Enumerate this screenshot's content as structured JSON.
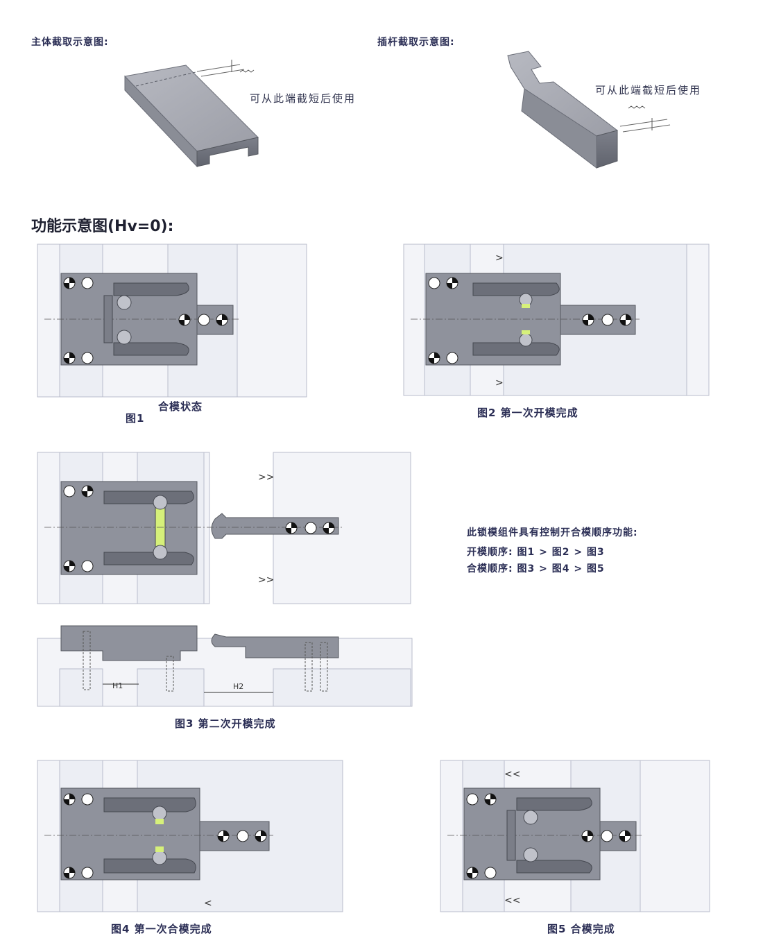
{
  "top": {
    "body_cut_title": "主体截取示意图:",
    "body_cut_note": "可从此端截短后使用",
    "pin_cut_title": "插杆截取示意图:",
    "pin_cut_note": "可从此端截短后使用"
  },
  "section_title": "功能示意图(Hv=0):",
  "figures": {
    "fig1_state": "合模状态",
    "fig1_label": "图1",
    "fig2_caption": "图2 第一次开模完成",
    "fig3_caption": "图3 第二次开模完成",
    "fig4_caption": "图4 第一次合模完成",
    "fig5_caption": "图5 合模完成",
    "h1": "H1",
    "h2": "H2"
  },
  "sequence": {
    "title": "此锁模组件具有控制开合模顺序功能:",
    "open_label": "开模顺序:",
    "open_steps": "图1  > 图2  > 图3",
    "close_label": "合模顺序:",
    "close_steps": "图3  > 图4  > 图5"
  },
  "colors": {
    "plate": "#f3f4f8",
    "plate_border": "#b9bccb",
    "body": "#8f929c",
    "body_dark": "#6c6f79",
    "hatch": "#5e6170",
    "ball": "#a9acb6",
    "green": "#d6f07a"
  }
}
